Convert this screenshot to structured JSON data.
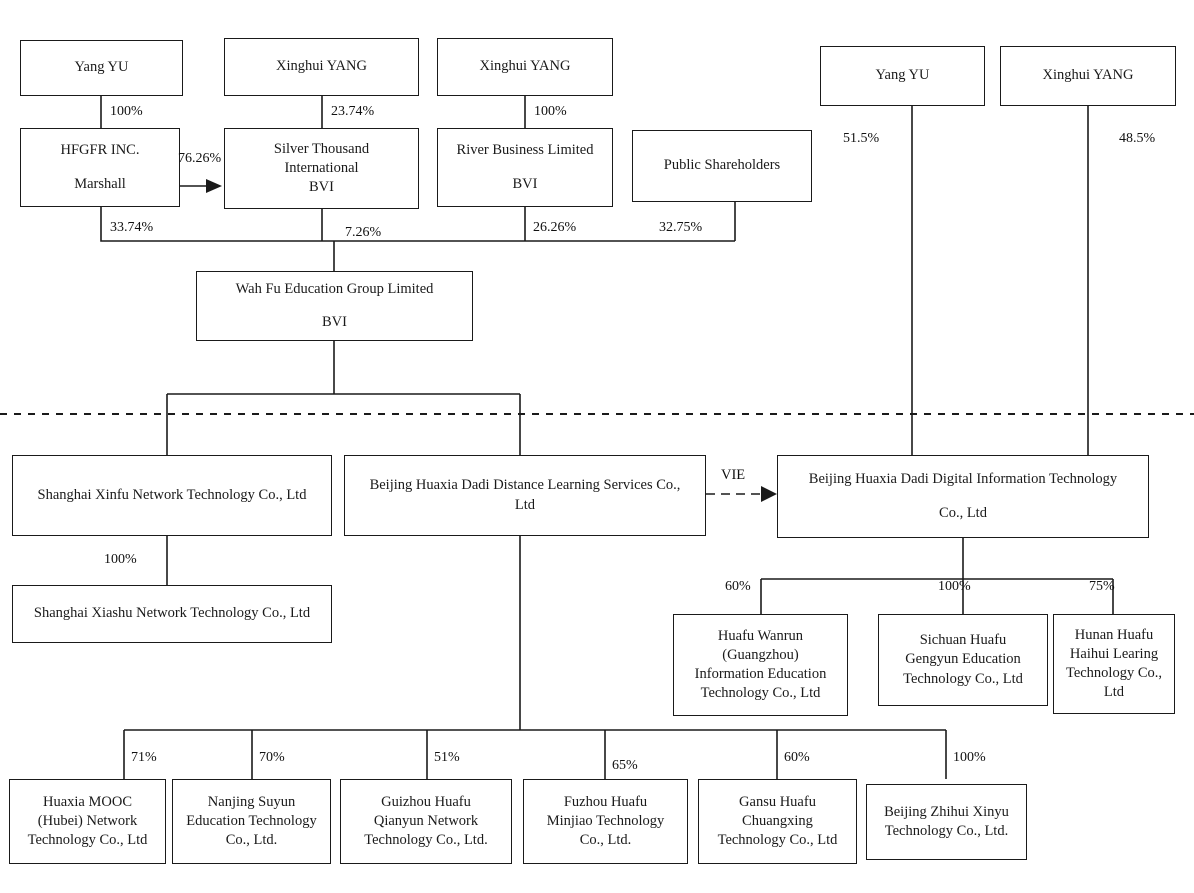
{
  "diagram": {
    "title": "Wah Fu Education Group Limited corporate structure chart",
    "vie_label": "VIE",
    "colors": {
      "box_border": "#1a1a1a",
      "line": "#1a1a1a",
      "background": "#ffffff",
      "text": "#1a1a1a"
    },
    "nodes": {
      "yang_yu_left": {
        "lines": [
          "Yang YU"
        ]
      },
      "xinghui_yang_1": {
        "lines": [
          "Xinghui YANG"
        ]
      },
      "xinghui_yang_2": {
        "lines": [
          "Xinghui YANG"
        ]
      },
      "yang_yu_right": {
        "lines": [
          "Yang YU"
        ]
      },
      "xinghui_yang_right": {
        "lines": [
          "Xinghui YANG"
        ]
      },
      "hfgfr": {
        "lines": [
          "HFGFR INC.",
          "Marshall"
        ]
      },
      "silver_thousand": {
        "lines": [
          "Silver Thousand",
          "International",
          "BVI"
        ]
      },
      "river_business": {
        "lines": [
          "River Business Limited",
          "BVI"
        ]
      },
      "public_shareholders": {
        "lines": [
          "Public Shareholders"
        ]
      },
      "wah_fu": {
        "lines": [
          "Wah Fu Education Group Limited",
          "BVI"
        ]
      },
      "shanghai_xinfu": {
        "lines": [
          "Shanghai Xinfu Network Technology Co., Ltd"
        ]
      },
      "beijing_huaxia_distance": {
        "lines": [
          "Beijing Huaxia Dadi Distance Learning Services Co.,",
          "Ltd"
        ]
      },
      "beijing_huaxia_digital": {
        "lines": [
          "Beijing Huaxia Dadi Digital Information Technology",
          "Co., Ltd"
        ]
      },
      "shanghai_xiashu": {
        "lines": [
          "Shanghai Xiashu Network Technology Co., Ltd"
        ]
      },
      "huafu_wanrun": {
        "lines": [
          "Huafu Wanrun",
          "(Guangzhou)",
          "Information Education",
          "Technology Co., Ltd"
        ]
      },
      "sichuan_huafu": {
        "lines": [
          "Sichuan Huafu",
          "Gengyun Education",
          "Technology Co., Ltd"
        ]
      },
      "hunan_huafu": {
        "lines": [
          "Hunan Huafu",
          "Haihui Learing",
          "Technology Co.,",
          "Ltd"
        ]
      },
      "huaxia_mooc": {
        "lines": [
          "Huaxia MOOC",
          "(Hubei) Network",
          "Technology Co., Ltd"
        ]
      },
      "nanjing_suyun": {
        "lines": [
          "Nanjing Suyun",
          "Education Technology",
          "Co., Ltd."
        ]
      },
      "guizhou_huafu": {
        "lines": [
          "Guizhou Huafu",
          "Qianyun Network",
          "Technology Co., Ltd."
        ]
      },
      "fuzhou_huafu": {
        "lines": [
          "Fuzhou Huafu",
          "Minjiao Technology",
          "Co., Ltd."
        ]
      },
      "gansu_huafu": {
        "lines": [
          "Gansu Huafu",
          "Chuangxing",
          "Technology Co., Ltd"
        ]
      },
      "beijing_zhihui": {
        "lines": [
          "Beijing Zhihui Xinyu",
          "Technology Co., Ltd."
        ]
      }
    },
    "percentages": {
      "yangyu_to_hfgfr": "100%",
      "xinghui_to_silver": "23.74%",
      "xinghui_to_river": "100%",
      "hfgfr_to_silver": "76.26%",
      "hfgfr_to_wahfu": "33.74%",
      "silver_to_wahfu": "7.26%",
      "river_to_wahfu": "26.26%",
      "public_to_wahfu": "32.75%",
      "yangyu_right_to_digital": "51.5%",
      "xinghui_right_to_digital": "48.5%",
      "xinfu_to_xiashu": "100%",
      "digital_to_wanrun": "60%",
      "digital_to_sichuan": "100%",
      "digital_to_hunan": "75%",
      "distance_to_mooc": "71%",
      "distance_to_nanjing": "70%",
      "distance_to_guizhou": "51%",
      "distance_to_fuzhou": "65%",
      "distance_to_gansu": "60%",
      "distance_to_zhihui": "100%"
    }
  }
}
